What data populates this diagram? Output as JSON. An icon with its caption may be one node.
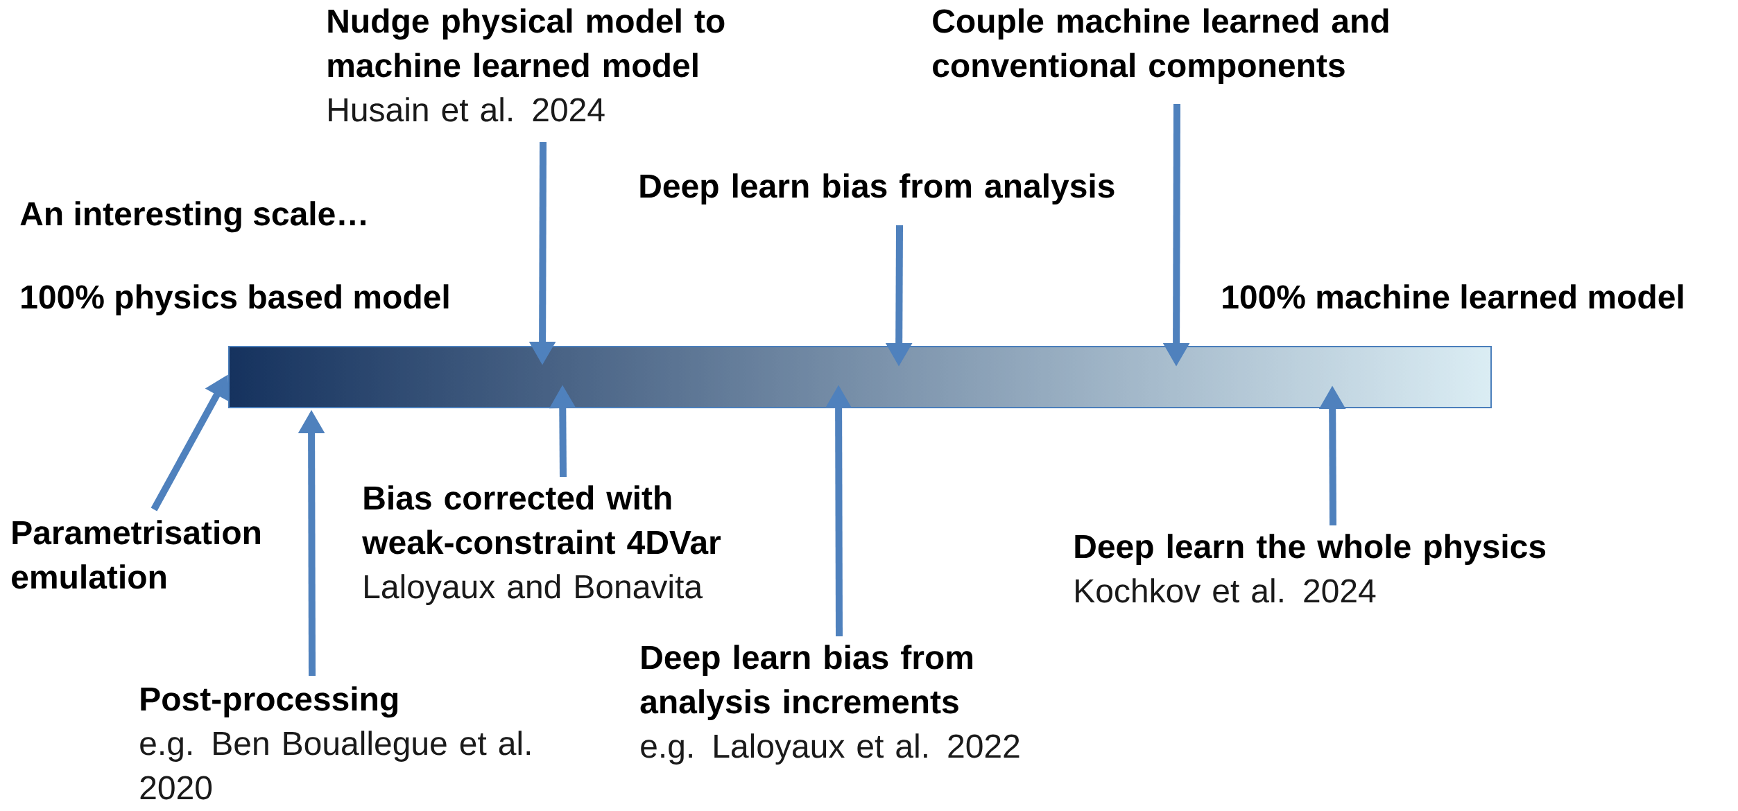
{
  "diagram": {
    "nodes": [
      {
        "text": [],
        "shape": "bar"
      },
      {
        "text": [
          "Nudge physical model to machine learned model",
          "Husain et al. 2024"
        ]
      },
      {
        "text": [
          "Deep learn bias from analysis"
        ]
      },
      {
        "text": [
          "Couple machine learned and conventional components"
        ]
      },
      {
        "text": [
          "Parametrisation emulation"
        ]
      },
      {
        "text": [
          "Post-processing",
          "e.g. Ben Bouallegue et al. 2020"
        ]
      },
      {
        "text": [
          "Bias corrected with weak-constraint 4DVar",
          "Laloyaux and Bonavita"
        ]
      },
      {
        "text": [
          "Deep learn bias from analysis increments",
          "e.g. Laloyaux et al. 2022"
        ]
      },
      {
        "text": [
          "Deep learn the whole physics",
          "Kochkov et al. 2024"
        ]
      }
    ],
    "edges": [
      {
        "from": 1,
        "to": 0,
        "arrow": "to"
      },
      {
        "from": 2,
        "to": 0,
        "arrow": "to"
      },
      {
        "from": 3,
        "to": 0,
        "arrow": "to"
      },
      {
        "from": 4,
        "to": 0,
        "arrow": "to"
      },
      {
        "from": 5,
        "to": 0,
        "arrow": "to"
      },
      {
        "from": 6,
        "to": 0,
        "arrow": "to"
      },
      {
        "from": 7,
        "to": 0,
        "arrow": "to"
      },
      {
        "from": 8,
        "to": 0,
        "arrow": "to"
      }
    ],
    "labels": [
      "An interesting scale…",
      "100% physics based model",
      "100% machine learned model"
    ]
  }
}
